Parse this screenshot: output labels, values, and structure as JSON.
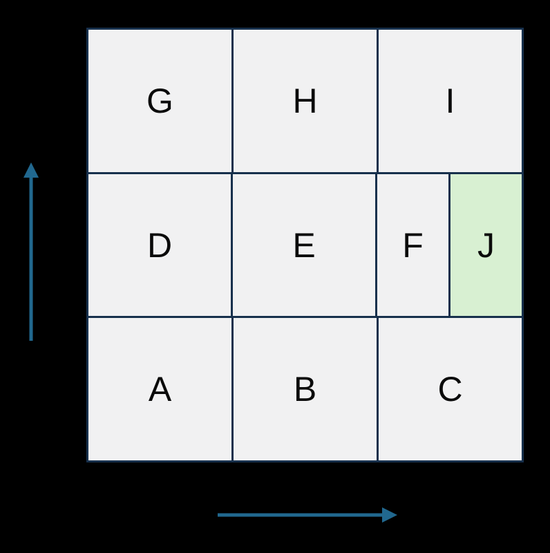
{
  "diagram": {
    "description": "3x3 grid of labeled cells with one extra highlighted cell and two axis arrows",
    "grid": {
      "rows": [
        {
          "cells": [
            {
              "label": "G"
            },
            {
              "label": "H"
            },
            {
              "label": "I"
            }
          ]
        },
        {
          "cells": [
            {
              "label": "D"
            },
            {
              "label": "E"
            },
            {
              "label": "F"
            },
            {
              "label": "J",
              "highlighted": true
            }
          ]
        },
        {
          "cells": [
            {
              "label": "A"
            },
            {
              "label": "B"
            },
            {
              "label": "C"
            }
          ]
        }
      ]
    },
    "axes": {
      "vertical_arrow": {
        "direction": "up"
      },
      "horizontal_arrow": {
        "direction": "right"
      }
    }
  },
  "colors": {
    "background": "#000000",
    "cell_fill": "#f1f1f2",
    "highlight_fill": "#d8f0d2",
    "border_color": "#17304c",
    "arrow_color": "#21688f",
    "letter_color": "#0a0a0a"
  }
}
